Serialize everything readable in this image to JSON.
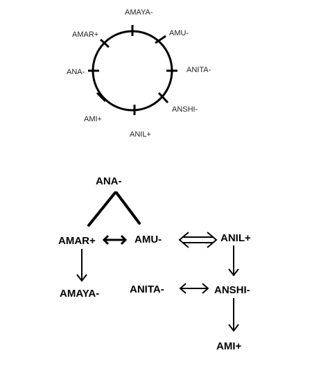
{
  "seating_circle": {
    "labels": {
      "top": "AMAYA-",
      "top_right": "AMU-",
      "right": "ANITA-",
      "bottom_right": "ANSHI-",
      "bottom": "ANIL+",
      "bottom_left": "AMI+",
      "left": "ANA-",
      "top_left": "AMAR+"
    }
  },
  "family_tree": {
    "nodes": {
      "ana": "ANA-",
      "amar": "AMAR+",
      "amu": "AMU-",
      "anil": "ANIL+",
      "amaya": "AMAYA-",
      "anita": "ANITA-",
      "anshi": "ANSHI-",
      "ami": "AMI+"
    }
  }
}
